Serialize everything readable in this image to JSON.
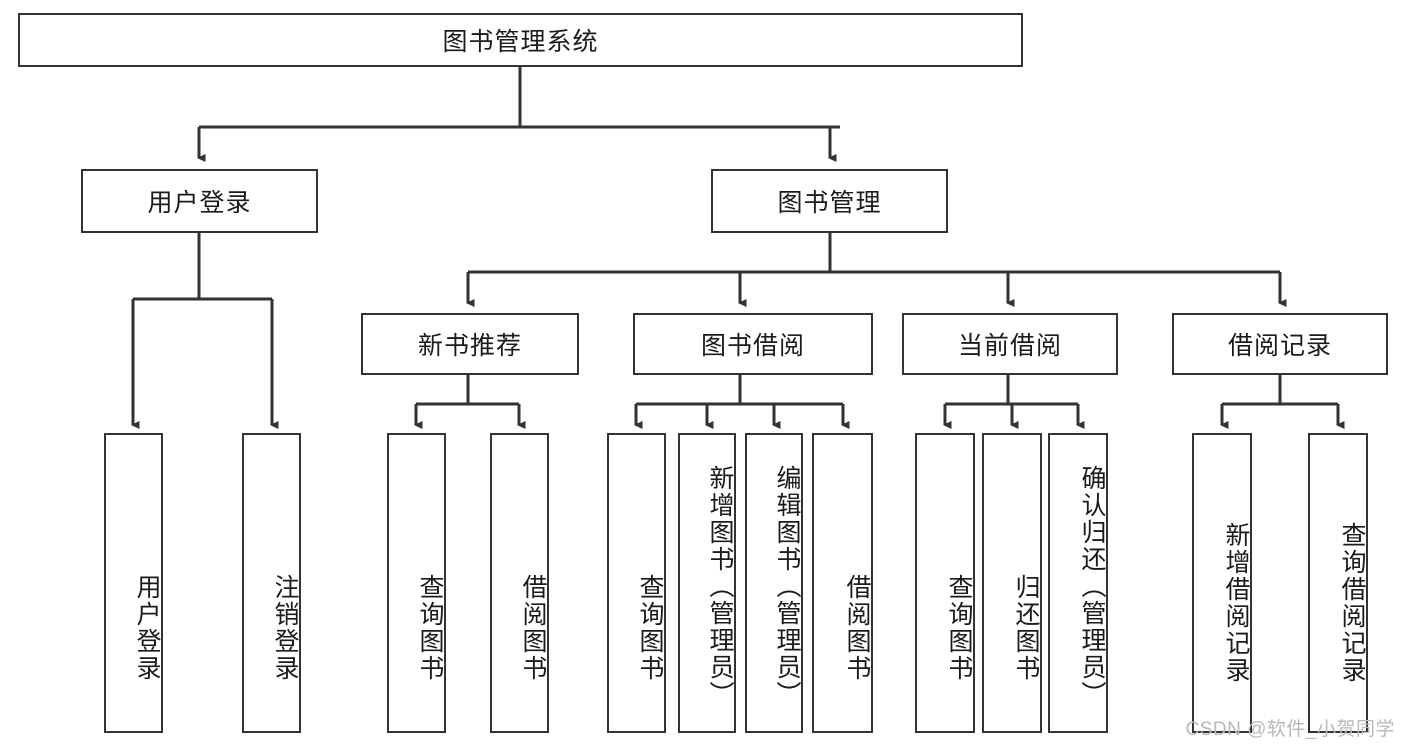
{
  "diagram": {
    "type": "tree-hierarchy",
    "title": "图书管理系统",
    "watermark": "CSDN @软件_小贺同学",
    "colors": {
      "stroke": "#333333",
      "fill": "#ffffff",
      "text": "#1b1b1b",
      "watermark": "#b9b9b9"
    },
    "nodes": {
      "root": {
        "label": "图书管理系统"
      },
      "level2": [
        {
          "id": "user-login",
          "label": "用户登录"
        },
        {
          "id": "book-manage",
          "label": "图书管理"
        }
      ],
      "level3": [
        {
          "id": "new-book-recommend",
          "label": "新书推荐"
        },
        {
          "id": "book-borrow",
          "label": "图书借阅"
        },
        {
          "id": "current-borrow",
          "label": "当前借阅"
        },
        {
          "id": "borrow-record",
          "label": "借阅记录"
        }
      ],
      "leaves": {
        "user-login": [
          {
            "id": "leaf-user-login",
            "label": "用户登录"
          },
          {
            "id": "leaf-user-logout",
            "label": "注销登录"
          }
        ],
        "new-book-recommend": [
          {
            "id": "leaf-query-book-1",
            "label": "查询图书"
          },
          {
            "id": "leaf-borrow-book-1",
            "label": "借阅图书"
          }
        ],
        "book-borrow": [
          {
            "id": "leaf-query-book-2",
            "label": "查询图书"
          },
          {
            "id": "leaf-add-book",
            "label": "新增图书（管理员）"
          },
          {
            "id": "leaf-edit-book",
            "label": "编辑图书（管理员）"
          },
          {
            "id": "leaf-borrow-book-2",
            "label": "借阅图书"
          }
        ],
        "current-borrow": [
          {
            "id": "leaf-query-book-3",
            "label": "查询图书"
          },
          {
            "id": "leaf-return-book",
            "label": "归还图书"
          },
          {
            "id": "leaf-confirm-return",
            "label": "确认归还（管理员）"
          }
        ],
        "borrow-record": [
          {
            "id": "leaf-add-record",
            "label": "新增借阅记录"
          },
          {
            "id": "leaf-query-record",
            "label": "查询借阅记录"
          }
        ]
      }
    }
  }
}
